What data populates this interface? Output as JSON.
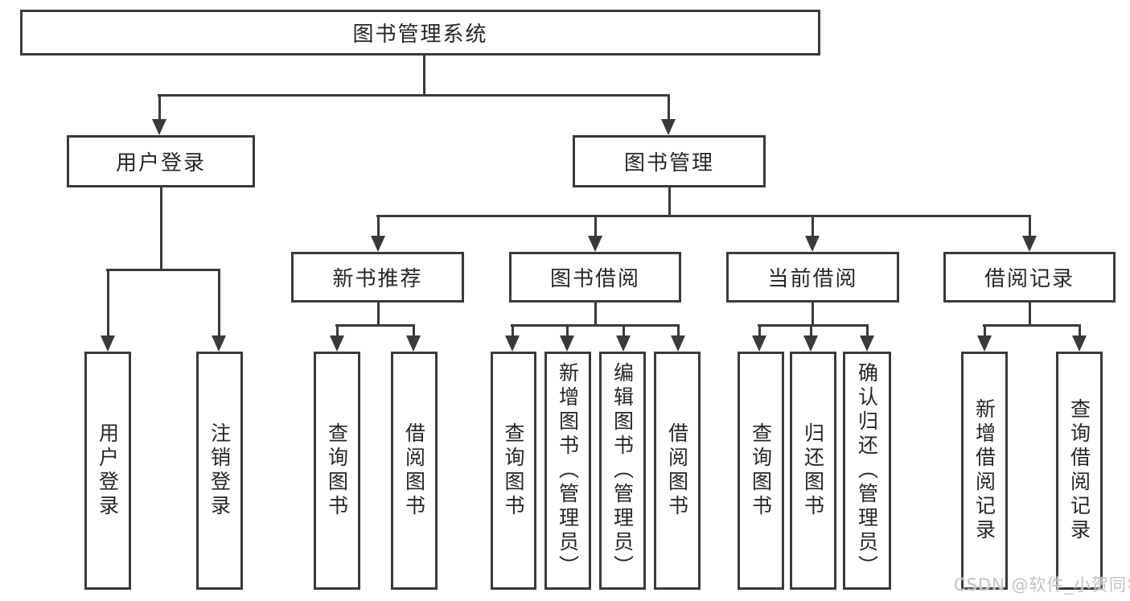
{
  "diagram": {
    "root": "图书管理系统",
    "level2": {
      "user_login": "用户登录",
      "book_management": "图书管理"
    },
    "level3": {
      "new_book_recommend": "新书推荐",
      "book_borrow": "图书借阅",
      "current_borrow": "当前借阅",
      "borrow_records": "借阅记录"
    },
    "leaves": {
      "user_login": "用户登录",
      "logout_login": "注销登录",
      "query_book_1": "查询图书",
      "borrow_book_1": "借阅图书",
      "query_book_2": "查询图书",
      "add_book_admin": "新增图书（管理员）",
      "edit_book_admin": "编辑图书（管理员）",
      "borrow_book_2": "借阅图书",
      "query_book_3": "查询图书",
      "return_book": "归还图书",
      "confirm_return_admin": "确认归还（管理员）",
      "add_borrow_record": "新增借阅记录",
      "query_borrow_record": "查询借阅记录"
    }
  },
  "watermark": "CSDN @软件_小贺同学",
  "colors": {
    "line": "#3a3a3a",
    "text": "#262626",
    "watermark": "#c2c2c2",
    "background": "#ffffff"
  }
}
